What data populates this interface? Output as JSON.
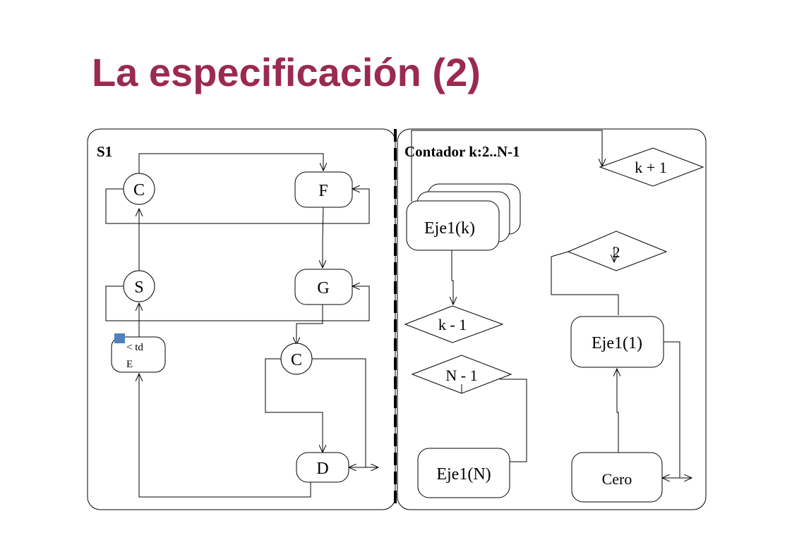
{
  "title": "La especificación (2)",
  "colors": {
    "title": "#9b2a4f",
    "stroke": "#000000",
    "marker": "#4f81bd"
  },
  "left_panel": {
    "label": "S1",
    "nodes": {
      "c_top": "C",
      "f": "F",
      "s": "S",
      "g": "G",
      "td_line1": "< td",
      "td_line2": "E",
      "c_mid": "C",
      "d": "D"
    }
  },
  "right_panel": {
    "label": "Contador k:2..N-1",
    "nodes": {
      "k_plus_1": "k + 1",
      "eje1_k": "Eje1(k)",
      "two": "2",
      "k_minus_1": "k - 1",
      "eje1_1": "Eje1(1)",
      "n_minus_1": "N - 1",
      "eje1_n": "Eje1(N)",
      "cero": "Cero"
    }
  }
}
